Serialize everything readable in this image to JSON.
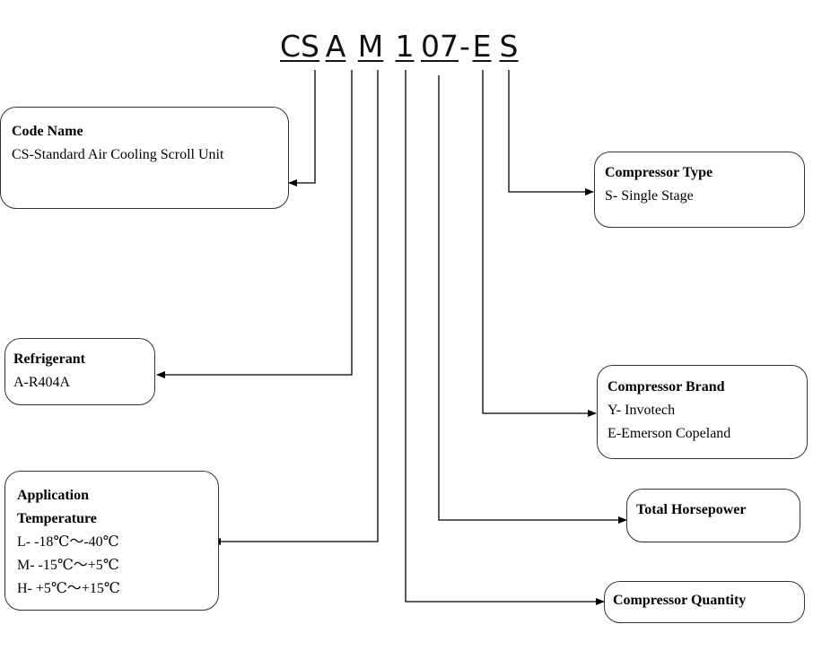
{
  "model_code": {
    "part_cs": "CS",
    "part_a": "A",
    "part_m": "M",
    "part_1": "1",
    "part_07": "07",
    "dash": "-",
    "part_e": "E",
    "part_s": "S"
  },
  "boxes": {
    "code_name": {
      "title": "Code Name",
      "lines": [
        "CS-Standard Air Cooling Scroll Unit"
      ]
    },
    "refrigerant": {
      "title": "Refrigerant",
      "lines": [
        "A-R404A"
      ]
    },
    "application_temperature": {
      "title_line1": "Application",
      "title_line2": "Temperature",
      "lines": [
        "L- -18℃～-40℃",
        "M- -15℃～+5℃",
        "H- +5℃～+15℃"
      ]
    },
    "compressor_type": {
      "title": "Compressor Type",
      "lines": [
        "S- Single Stage"
      ]
    },
    "compressor_brand": {
      "title": "Compressor Brand",
      "lines": [
        "Y-  Invotech",
        "E-Emerson Copeland"
      ]
    },
    "total_horsepower": {
      "title": "Total Horsepower"
    },
    "compressor_quantity": {
      "title": "Compressor Quantity"
    }
  },
  "colors": {
    "line": "#000000",
    "border": "#333333"
  }
}
